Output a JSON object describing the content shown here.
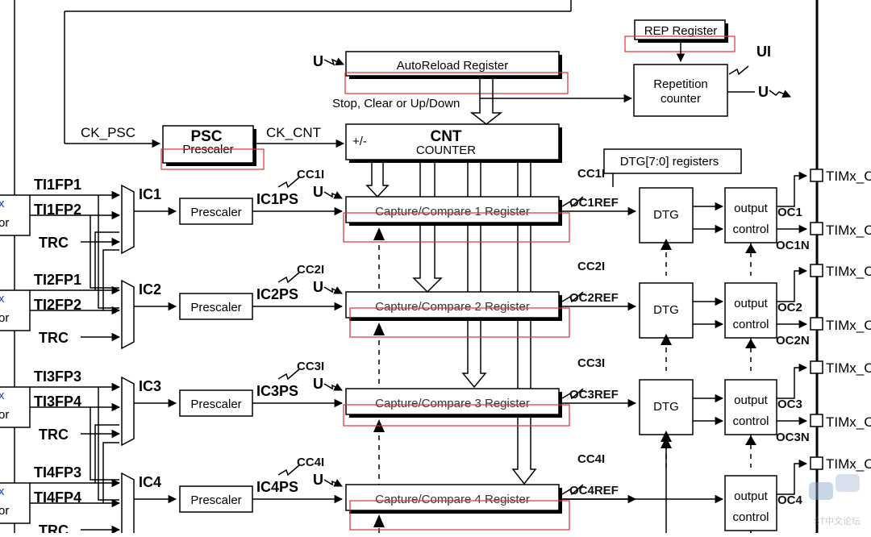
{
  "blocks": {
    "rep": "REP Register",
    "autoreload": "AutoReload Register",
    "stop": "Stop, Clear or Up/Down",
    "repcounter_1": "Repetition",
    "repcounter_2": "counter",
    "ui": "UI",
    "u": "U",
    "ck_psc": "CK_PSC",
    "ck_cnt": "CK_CNT",
    "psc": "PSC",
    "psc_sub": "Prescaler",
    "cnt": "CNT",
    "cnt_sub": "COUNTER",
    "plusminus": "+/-",
    "dtg_regs": "DTG[7:0] registers"
  },
  "channels": [
    {
      "tifp_a": "TI1FP1",
      "tifp_b": "TI1FP2",
      "trc": "TRC",
      "ic": "IC1",
      "prescaler": "Prescaler",
      "icps": "IC1PS",
      "cci": "CC1I",
      "ccreg": "Capture/Compare 1 Register",
      "ccout": "CC1I",
      "ocref": "OC1REF",
      "dtg": "DTG",
      "out1": "output",
      "out2": "control",
      "oc": "OC1",
      "ocn": "OC1N",
      "pin": "TIMx_C",
      "pinn": "TIMx_C",
      "inlbl_a": "x",
      "inlbl_b": "or"
    },
    {
      "tifp_a": "TI2FP1",
      "tifp_b": "TI2FP2",
      "trc": "TRC",
      "ic": "IC2",
      "prescaler": "Prescaler",
      "icps": "IC2PS",
      "cci": "CC2I",
      "ccreg": "Capture/Compare 2 Register",
      "ccout": "CC2I",
      "ocref": "OC2REF",
      "dtg": "DTG",
      "out1": "output",
      "out2": "control",
      "oc": "OC2",
      "ocn": "OC2N",
      "pin": "TIMx_C",
      "pinn": "TIMx_C",
      "inlbl_a": "x",
      "inlbl_b": "or"
    },
    {
      "tifp_a": "TI3FP3",
      "tifp_b": "TI3FP4",
      "trc": "TRC",
      "ic": "IC3",
      "prescaler": "Prescaler",
      "icps": "IC3PS",
      "cci": "CC3I",
      "ccreg": "Capture/Compare 3 Register",
      "ccout": "CC3I",
      "ocref": "OC3REF",
      "dtg": "DTG",
      "out1": "output",
      "out2": "control",
      "oc": "OC3",
      "ocn": "OC3N",
      "pin": "TIMx_C",
      "pinn": "TIMx_C",
      "inlbl_a": "x",
      "inlbl_b": "or"
    },
    {
      "tifp_a": "TI4FP3",
      "tifp_b": "TI4FP4",
      "trc": "TRC",
      "ic": "IC4",
      "prescaler": "Prescaler",
      "icps": "IC4PS",
      "cci": "CC4I",
      "ccreg": "Capture/Compare 4 Register",
      "ccout": "CC4I",
      "ocref": "OC4REF",
      "out1": "output",
      "out2": "control",
      "oc": "OC4",
      "pin": "TIMx_C",
      "inlbl_a": "x",
      "inlbl_b": "or"
    }
  ],
  "watermark": "ST中文论坛",
  "colors": {
    "highlight": "#e03030",
    "line": "#000000"
  }
}
